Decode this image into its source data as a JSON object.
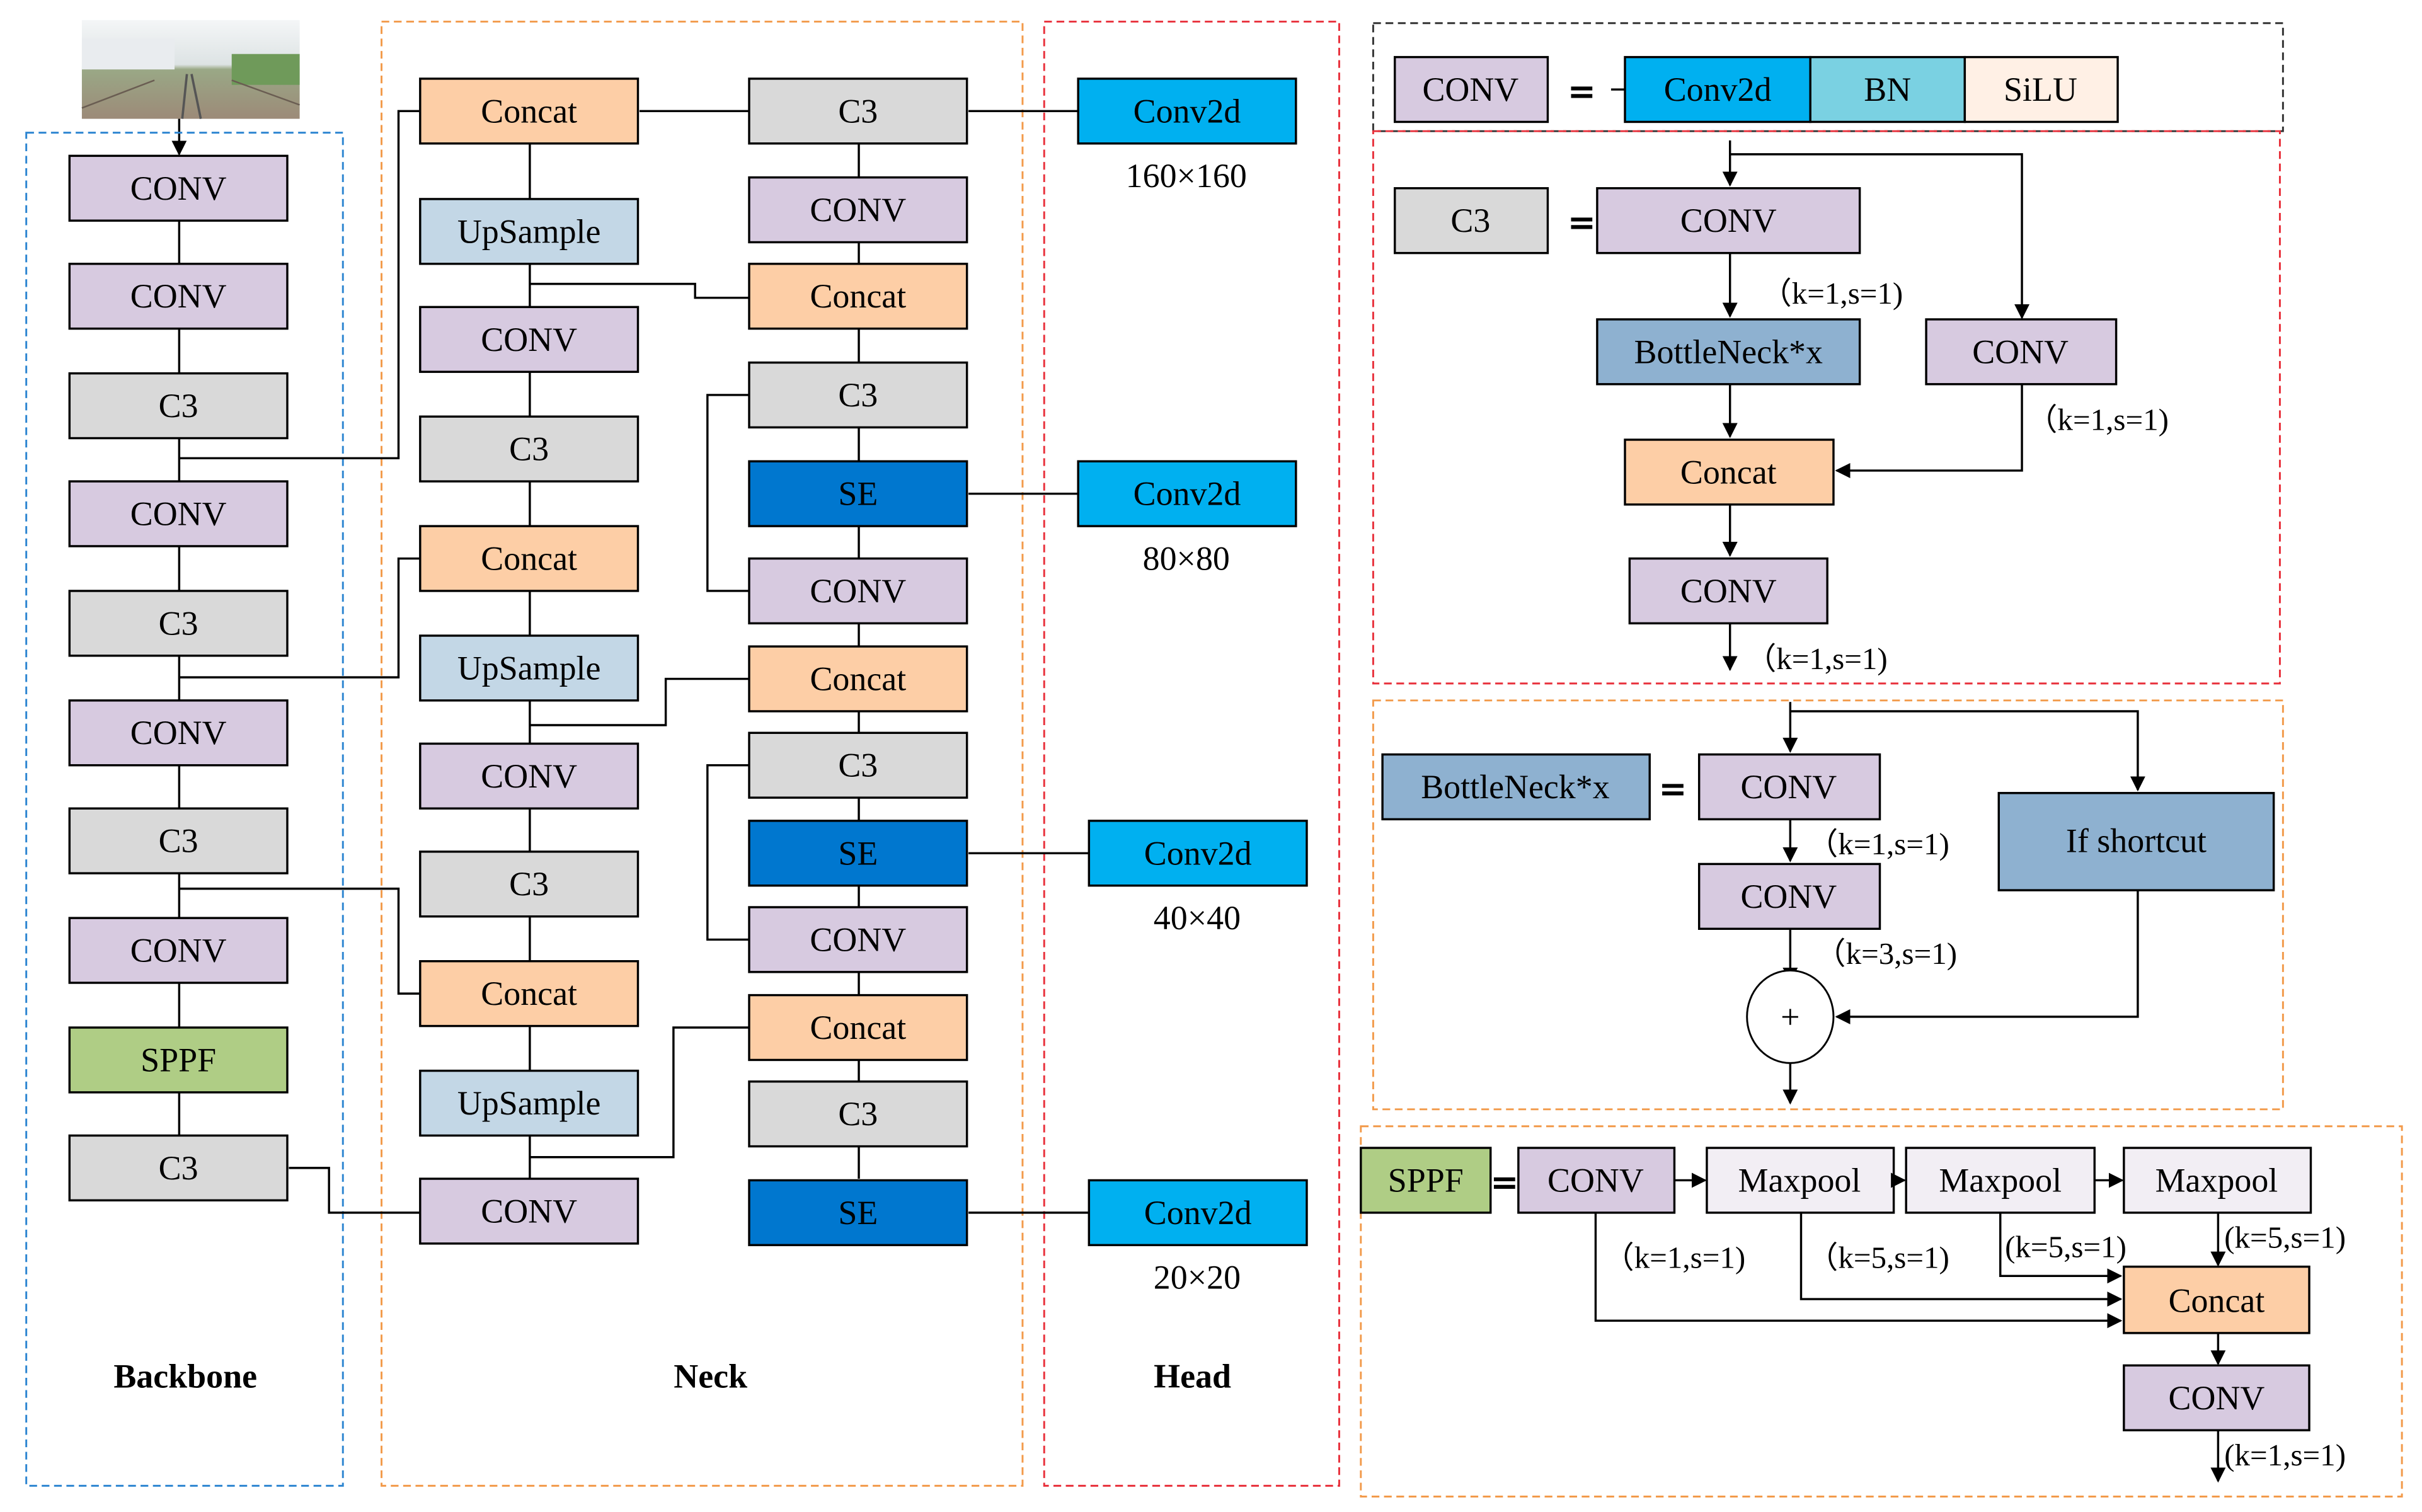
{
  "colors": {
    "conv": "#d7cae0",
    "c3": "#d9d9d9",
    "concat": "#fdcea6",
    "upsample": "#c3d7e6",
    "se": "#0077cf",
    "conv2d": "#00b0f0",
    "sppf": "#afcd85",
    "bn": "#7ad1e2",
    "silu": "#fff0e5",
    "bottleneck": "#8eb1d0",
    "maxpool": "#f2eef4",
    "backbone_border": "#2e86d1",
    "neck_border": "#f29a4a",
    "head_border": "#e8303b",
    "conv_def_border": "#333333",
    "c3_def_border": "#e8303b",
    "bottleneck_def_border": "#f29a4a",
    "sppf_def_border": "#f29a4a"
  },
  "input_image": {
    "label": "railway-track-photo"
  },
  "sections": {
    "backbone": "Backbone",
    "neck": "Neck",
    "head": "Head"
  },
  "backbone": [
    "CONV",
    "CONV",
    "C3",
    "CONV",
    "C3",
    "CONV",
    "C3",
    "CONV",
    "SPPF",
    "C3"
  ],
  "neck_left": [
    "Concat",
    "UpSample",
    "CONV",
    "C3",
    "Concat",
    "UpSample",
    "CONV",
    "C3",
    "Concat",
    "UpSample",
    "CONV"
  ],
  "neck_right": [
    "C3",
    "CONV",
    "Concat",
    "C3",
    "SE",
    "CONV",
    "Concat",
    "C3",
    "SE",
    "CONV",
    "Concat",
    "C3",
    "SE"
  ],
  "head": [
    {
      "label": "Conv2d",
      "size": "160×160"
    },
    {
      "label": "Conv2d",
      "size": "80×80"
    },
    {
      "label": "Conv2d",
      "size": "40×40"
    },
    {
      "label": "Conv2d",
      "size": "20×20"
    }
  ],
  "conv_def": {
    "name": "CONV",
    "eq": "=",
    "parts": [
      "Conv2d",
      "BN",
      "SiLU"
    ]
  },
  "c3_def": {
    "name": "C3",
    "eq": "=",
    "conv_top": "CONV",
    "bottleneck": "BottleNeck*x",
    "conv_side": "CONV",
    "concat": "Concat",
    "conv_out": "CONV",
    "param_top": "（k=1,s=1)",
    "param_side": "（k=1,s=1)",
    "param_out": "（k=1,s=1)"
  },
  "bottleneck_def": {
    "name": "BottleNeck*x",
    "eq": "=",
    "conv1": "CONV",
    "conv2": "CONV",
    "shortcut": "If shortcut",
    "add": "+",
    "param1": "（k=1,s=1)",
    "param2": "（k=3,s=1)"
  },
  "sppf_def": {
    "name": "SPPF",
    "eq": "=",
    "conv_in": "CONV",
    "maxpools": [
      "Maxpool",
      "Maxpool",
      "Maxpool"
    ],
    "concat": "Concat",
    "conv_out": "CONV",
    "param_conv": "（k=1,s=1)",
    "param_mp1": "（k=5,s=1)",
    "param_mp2": "(k=5,s=1)",
    "param_mp3": "(k=5,s=1)",
    "param_out": "(k=1,s=1)"
  }
}
